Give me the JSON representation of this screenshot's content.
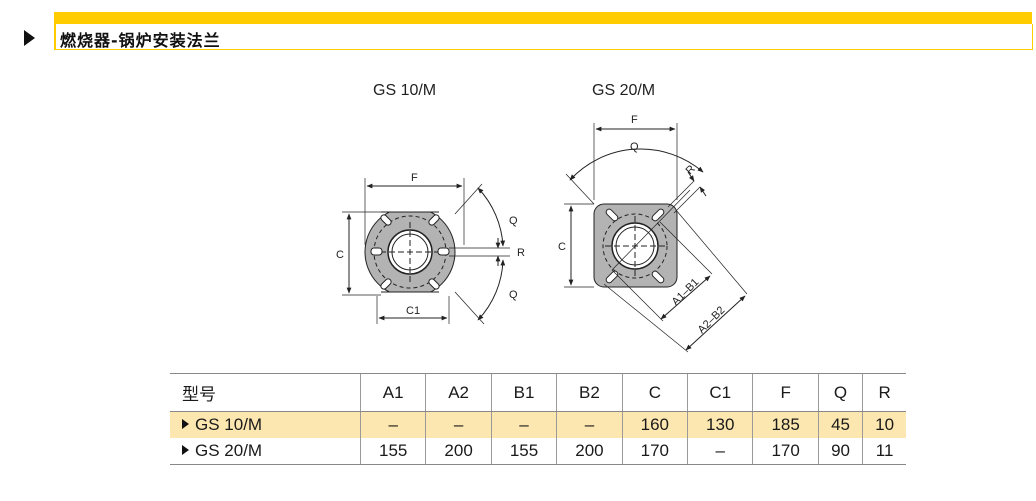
{
  "section": {
    "title": "燃烧器-锅炉安装法兰",
    "accent_color": "#ffcc00",
    "marker_icon": "triangle-right-icon"
  },
  "diagrams": {
    "gs10": {
      "title": "GS 10/M",
      "dims": {
        "F": "F",
        "C": "C",
        "C1": "C1",
        "Q_top": "Q",
        "Q_bottom": "Q",
        "R": "R"
      }
    },
    "gs20": {
      "title": "GS 20/M",
      "dims": {
        "F": "F",
        "Q": "Q",
        "C": "C",
        "R": "R",
        "A1B1": "A1–B1",
        "A2B2": "A2–B2"
      }
    },
    "colors": {
      "flange_fill": "#b3b3b3",
      "bore_fill": "#ffffff",
      "line": "#222222"
    }
  },
  "table": {
    "headers": [
      "型号",
      "A1",
      "A2",
      "B1",
      "B2",
      "C",
      "C1",
      "F",
      "Q",
      "R"
    ],
    "highlight_color": "#fde7b0",
    "rows": [
      {
        "model": "GS 10/M",
        "values": [
          "–",
          "–",
          "–",
          "–",
          "160",
          "130",
          "185",
          "45",
          "10"
        ]
      },
      {
        "model": "GS 20/M",
        "values": [
          "155",
          "200",
          "155",
          "200",
          "170",
          "–",
          "170",
          "90",
          "11"
        ]
      }
    ]
  }
}
